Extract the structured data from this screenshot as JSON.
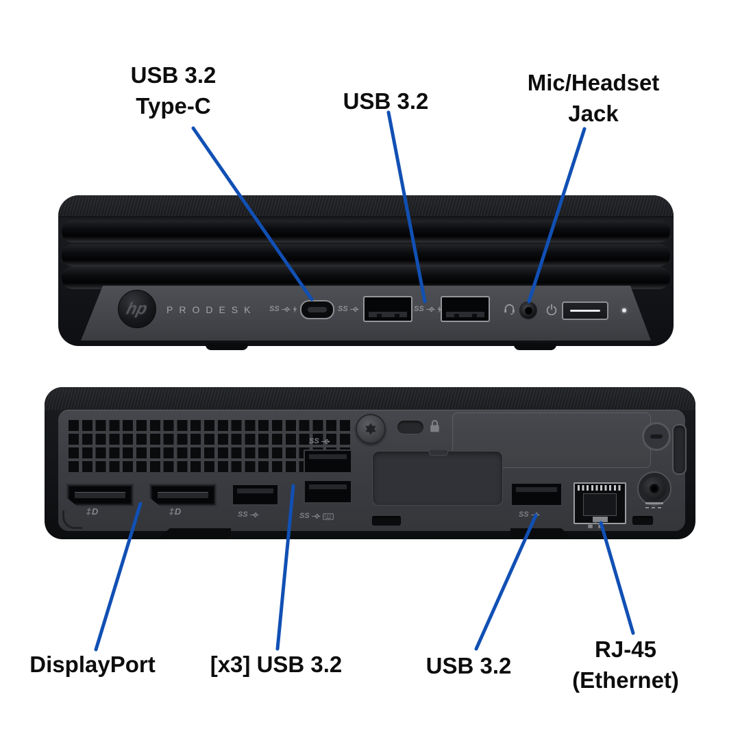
{
  "page": {
    "background": "#ffffff",
    "accent_blue": "#1150b4",
    "label_text_color": "#0d0d0d"
  },
  "labels": {
    "usb_type_c": {
      "line1": "USB 3.2",
      "line2": "Type-C"
    },
    "usb_front": {
      "line1": "USB 3.2"
    },
    "mic_headset": {
      "line1": "Mic/Headset",
      "line2": "Jack"
    },
    "displayport": {
      "line1": "DisplayPort"
    },
    "usb_x3": {
      "line1": "[x3] USB 3.2"
    },
    "usb_back": {
      "line1": "USB 3.2"
    },
    "rj45": {
      "line1": "RJ-45",
      "line2": "(Ethernet)"
    }
  },
  "front_device": {
    "logo": "hp",
    "model": "PRODESK"
  },
  "port_markings": {
    "superspeed": "SS",
    "displayport_logo": "‡D"
  },
  "device_colors": {
    "chassis_dark": "#141519",
    "front_port_bar": "#45474c",
    "back_face": "#3c3e43"
  },
  "icon_names": [
    "usb-trident-icon",
    "lightning-bolt-icon",
    "headset-icon",
    "power-icon",
    "padlock-icon",
    "keyboard-icon",
    "network-icon",
    "torx-star-icon",
    "dc-power-icon",
    "key-lock-icon"
  ]
}
